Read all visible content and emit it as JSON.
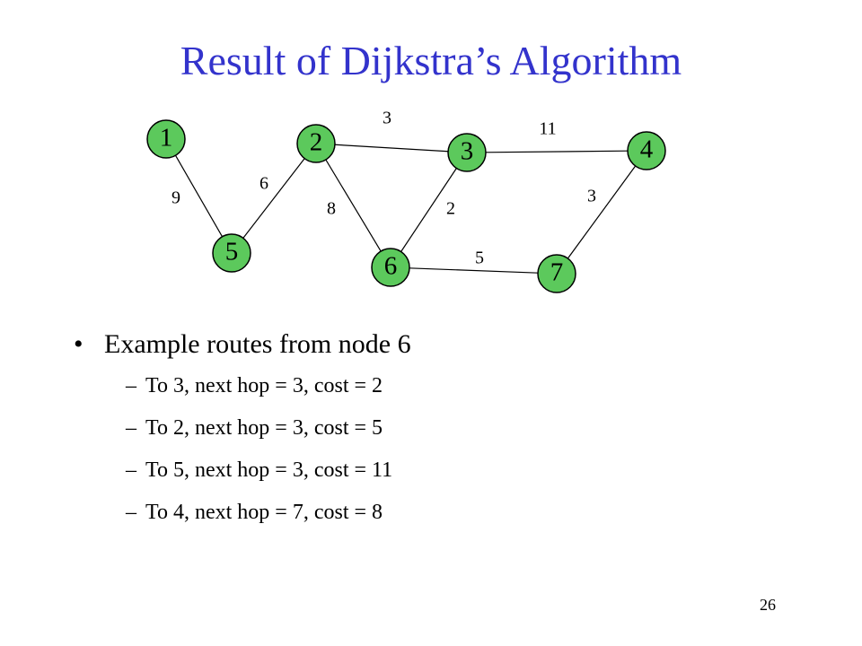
{
  "slide": {
    "title": "Result of Dijkstra’s Algorithm",
    "page_number": "26"
  },
  "graph": {
    "node_color": "#5cc95c",
    "title_color": "#3333cc",
    "nodes": [
      {
        "id": "1",
        "label": "1"
      },
      {
        "id": "2",
        "label": "2"
      },
      {
        "id": "3",
        "label": "3"
      },
      {
        "id": "4",
        "label": "4"
      },
      {
        "id": "5",
        "label": "5"
      },
      {
        "id": "6",
        "label": "6"
      },
      {
        "id": "7",
        "label": "7"
      }
    ],
    "edges": [
      {
        "from": "1",
        "to": "5",
        "weight": "9"
      },
      {
        "from": "5",
        "to": "2",
        "weight": "6"
      },
      {
        "from": "2",
        "to": "3",
        "weight": "3"
      },
      {
        "from": "2",
        "to": "6",
        "weight": "8"
      },
      {
        "from": "3",
        "to": "4",
        "weight": "11"
      },
      {
        "from": "3",
        "to": "6",
        "weight": "2"
      },
      {
        "from": "4",
        "to": "7",
        "weight": "3"
      },
      {
        "from": "6",
        "to": "7",
        "weight": "5"
      }
    ]
  },
  "bullets": {
    "main": "Example routes from node 6",
    "routes": [
      "To 3, next hop = 3, cost = 2",
      "To 2, next hop = 3, cost = 5",
      "To 5, next hop = 3, cost = 11",
      "To 4, next hop = 7, cost = 8"
    ]
  }
}
